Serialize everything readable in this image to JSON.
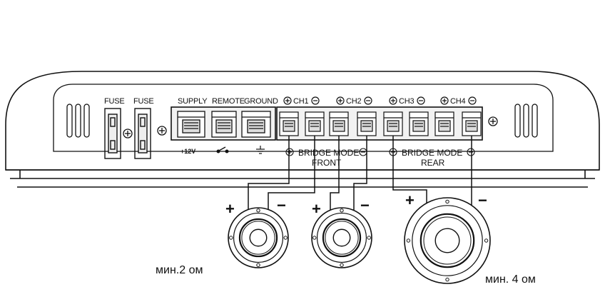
{
  "amplifier": {
    "fuse_labels": [
      "FUSE",
      "FUSE"
    ],
    "power_terminals": [
      {
        "label": "SUPPLY",
        "sub_label": "+12V"
      },
      {
        "label": "REMOTE",
        "sub_label": ""
      },
      {
        "label": "GROUND",
        "sub_label": ""
      }
    ],
    "channels": [
      "CH1",
      "CH2",
      "CH3",
      "CH4"
    ],
    "bridge_front": {
      "line1": "BRIDGE MODE",
      "line2": "FRONT"
    },
    "bridge_rear": {
      "line1": "BRIDGE MODE",
      "line2": "REAR"
    }
  },
  "speakers": [
    {
      "plus": "+",
      "minus": "−",
      "impedance": "мин.2 ом"
    },
    {
      "plus": "+",
      "minus": "−",
      "impedance": ""
    },
    {
      "plus": "+",
      "minus": "−",
      "impedance": "мин. 4 ом"
    }
  ],
  "colors": {
    "line": "#111111",
    "background": "#ffffff",
    "panel_gray": "#e6e6e6"
  }
}
